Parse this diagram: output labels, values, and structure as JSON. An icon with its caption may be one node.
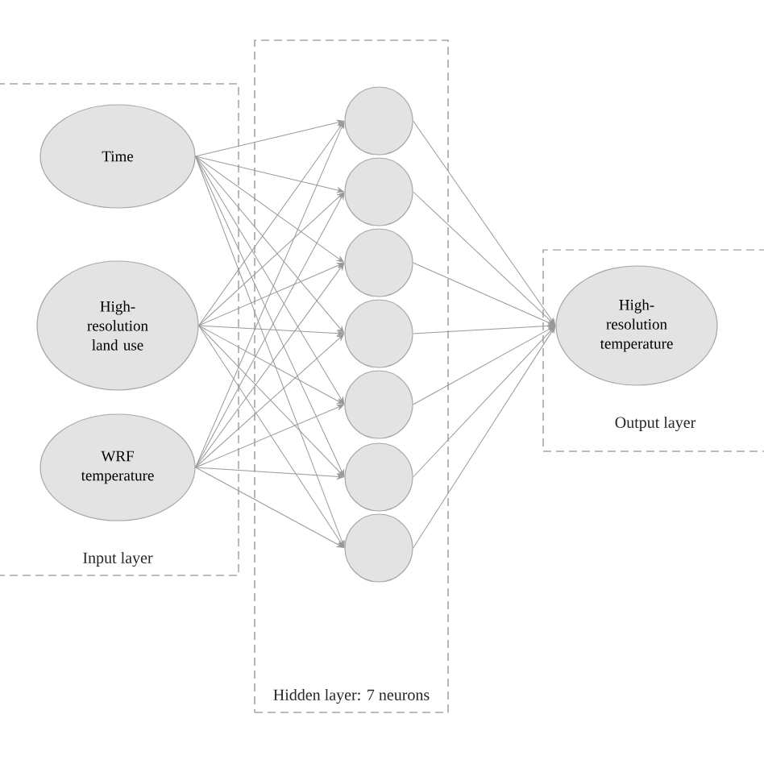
{
  "diagram": {
    "nodes": [
      {
        "text": [
          "Input layer"
        ]
      },
      {
        "text": [
          "Time"
        ],
        "in": 0
      },
      {
        "text": [
          "High- resolution land use"
        ],
        "in": 0
      },
      {
        "text": [
          "WRF temperature"
        ],
        "in": 0
      },
      {
        "text": [
          "Hidden layer: 7 neurons"
        ]
      },
      {
        "text": [],
        "shape": "circle",
        "in": 4
      },
      {
        "text": [],
        "shape": "circle",
        "in": 4
      },
      {
        "text": [],
        "shape": "circle",
        "in": 4
      },
      {
        "text": [],
        "shape": "circle",
        "in": 4
      },
      {
        "text": [],
        "shape": "circle",
        "in": 4
      },
      {
        "text": [],
        "shape": "circle",
        "in": 4
      },
      {
        "text": [],
        "shape": "circle",
        "in": 4
      },
      {
        "text": [
          "Output layer"
        ]
      },
      {
        "text": [
          "High- resolution temperature"
        ],
        "in": 12
      }
    ],
    "edges": [
      {
        "from": 1,
        "to": 5,
        "arrow": "to"
      },
      {
        "from": 1,
        "to": 6,
        "arrow": "to"
      },
      {
        "from": 1,
        "to": 7,
        "arrow": "to"
      },
      {
        "from": 1,
        "to": 8,
        "arrow": "to"
      },
      {
        "from": 1,
        "to": 9,
        "arrow": "to"
      },
      {
        "from": 1,
        "to": 10,
        "arrow": "to"
      },
      {
        "from": 1,
        "to": 11,
        "arrow": "to"
      },
      {
        "from": 2,
        "to": 5,
        "arrow": "to"
      },
      {
        "from": 2,
        "to": 6,
        "arrow": "to"
      },
      {
        "from": 2,
        "to": 7,
        "arrow": "to"
      },
      {
        "from": 2,
        "to": 8,
        "arrow": "to"
      },
      {
        "from": 2,
        "to": 9,
        "arrow": "to"
      },
      {
        "from": 2,
        "to": 10,
        "arrow": "to"
      },
      {
        "from": 2,
        "to": 11,
        "arrow": "to"
      },
      {
        "from": 3,
        "to": 5,
        "arrow": "to"
      },
      {
        "from": 3,
        "to": 6,
        "arrow": "to"
      },
      {
        "from": 3,
        "to": 7,
        "arrow": "to"
      },
      {
        "from": 3,
        "to": 8,
        "arrow": "to"
      },
      {
        "from": 3,
        "to": 9,
        "arrow": "to"
      },
      {
        "from": 3,
        "to": 10,
        "arrow": "to"
      },
      {
        "from": 3,
        "to": 11,
        "arrow": "to"
      },
      {
        "from": 5,
        "to": 13,
        "arrow": "to"
      },
      {
        "from": 6,
        "to": 13,
        "arrow": "to"
      },
      {
        "from": 7,
        "to": 13,
        "arrow": "to"
      },
      {
        "from": 8,
        "to": 13,
        "arrow": "to"
      },
      {
        "from": 9,
        "to": 13,
        "arrow": "to"
      },
      {
        "from": 10,
        "to": 13,
        "arrow": "to"
      },
      {
        "from": 11,
        "to": 13,
        "arrow": "to"
      }
    ]
  }
}
